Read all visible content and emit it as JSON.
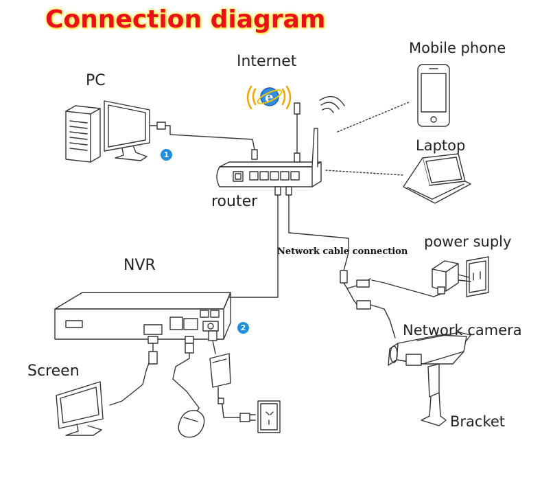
{
  "diagram": {
    "title": "Connection diagram",
    "labels": {
      "internet": "Internet",
      "pc": "PC",
      "mobile_phone": "Mobile phone",
      "laptop": "Laptop",
      "router": "router",
      "nvr": "NVR",
      "power_supply": "power suply",
      "network_camera": "Network camera",
      "screen": "Screen",
      "bracket": "Bracket",
      "cable": "Network cable connection"
    },
    "badges": {
      "one": "1",
      "two": "2"
    },
    "colors": {
      "title": "#e8101a",
      "title_glow": "#ffe100",
      "badge": "#1e8fe0",
      "line": "#333333"
    },
    "icons": [
      "internet-explorer-icon",
      "pc-tower-icon",
      "monitor-icon",
      "mobile-phone-icon",
      "laptop-icon",
      "router-icon",
      "nvr-icon",
      "power-adapter-icon",
      "wall-socket-icon",
      "network-camera-icon",
      "bracket-icon",
      "mouse-icon",
      "screen-icon"
    ]
  }
}
